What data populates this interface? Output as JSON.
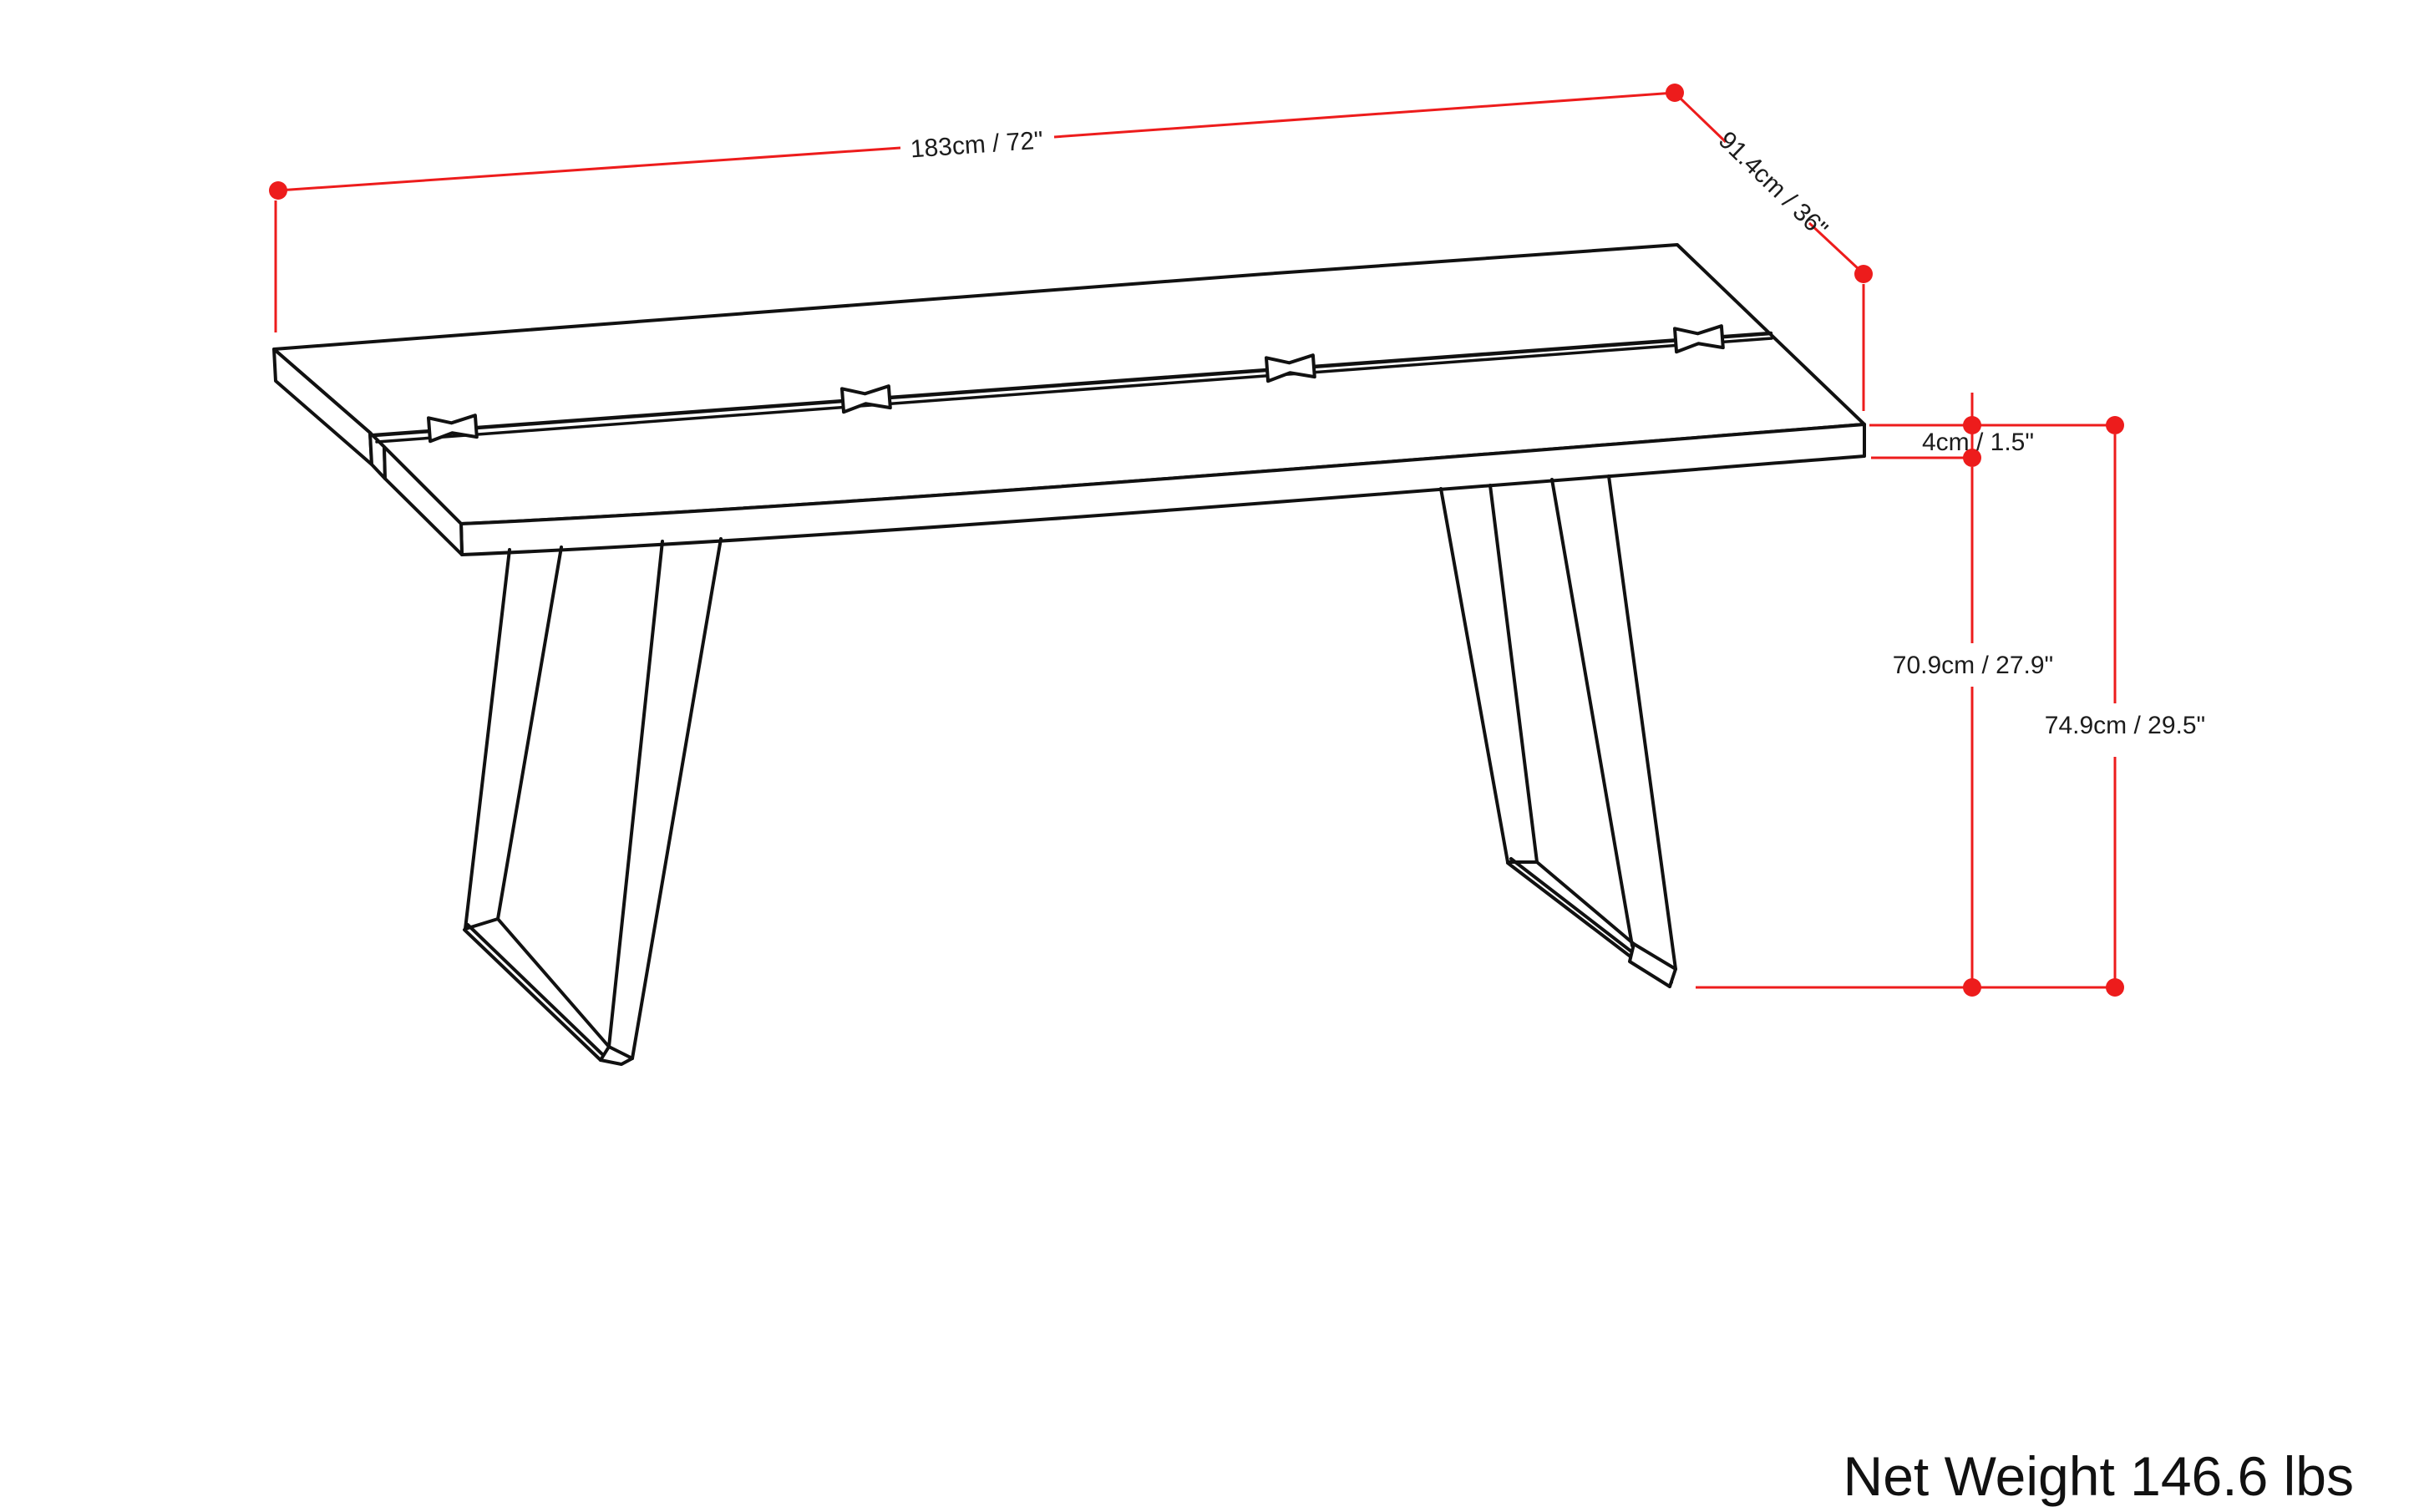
{
  "diagram": {
    "type": "product-dimension-drawing",
    "subject": "live-edge two-plank table with trapezoid metal legs and butterfly joints",
    "dimensions": {
      "length": {
        "label": "183cm / 72\"",
        "cm": 183,
        "inches": 72
      },
      "depth": {
        "label": "91.4cm / 36\"",
        "cm": 91.4,
        "inches": 36
      },
      "top_thickness": {
        "label": "4cm / 1.5\"",
        "cm": 4,
        "inches": 1.5
      },
      "floor_to_underside_height": {
        "label": "70.9cm / 27.9\"",
        "cm": 70.9,
        "inches": 27.9
      },
      "overall_height": {
        "label": "74.9cm / 29.5\"",
        "cm": 74.9,
        "inches": 29.5
      }
    },
    "net_weight": {
      "label": "Net Weight 146.6 lbs",
      "value": 146.6,
      "unit": "lbs"
    },
    "bowtie_joint_count": 4,
    "colors": {
      "dimension_accent": "#ed1c1c",
      "drawing_line": "#111111",
      "label_text": "#1c1c1c",
      "background": "#ffffff"
    }
  }
}
